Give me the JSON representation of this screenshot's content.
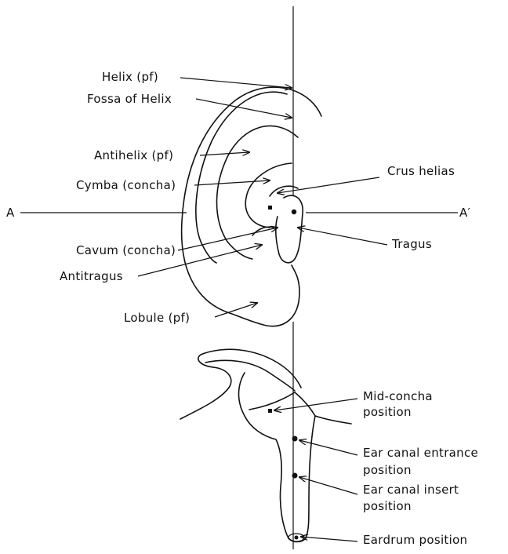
{
  "labels": {
    "axis_left": "A",
    "axis_right": "A′",
    "helix": "Helix (pf)",
    "fossa_helix": "Fossa of Helix",
    "antihelix": "Antihelix (pf)",
    "cymba": "Cymba (concha)",
    "crus_helias": "Crus helias",
    "cavum": "Cavum (concha)",
    "tragus": "Tragus",
    "antitragus": "Antitragus",
    "lobule": "Lobule (pf)",
    "mid_concha_1": "Mid-concha",
    "mid_concha_2": "position",
    "canal_entrance_1": "Ear canal entrance",
    "canal_entrance_2": "position",
    "canal_insert_1": "Ear canal insert",
    "canal_insert_2": "position",
    "eardrum": "Eardrum position"
  }
}
